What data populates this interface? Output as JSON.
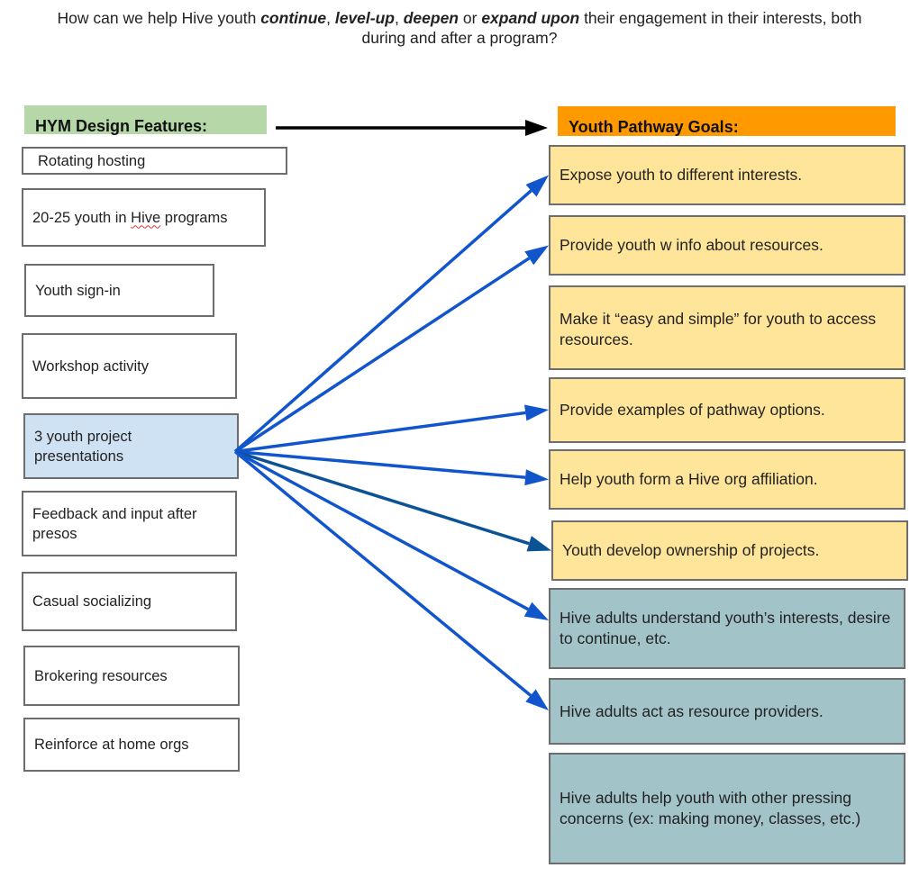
{
  "question": {
    "parts": [
      {
        "text": "How can we help Hive youth ",
        "bold": false
      },
      {
        "text": "continue",
        "bold": true
      },
      {
        "text": ", ",
        "bold": false
      },
      {
        "text": "level-up",
        "bold": true
      },
      {
        "text": ", ",
        "bold": false
      },
      {
        "text": "deepen",
        "bold": true
      },
      {
        "text": " or ",
        "bold": false
      },
      {
        "text": "expand upon",
        "bold": true
      },
      {
        "text": " their engagement in their interests, both during and after a program?",
        "bold": false
      }
    ]
  },
  "left_header": "HYM Design Features:",
  "right_header": "Youth Pathway Goals:",
  "colors": {
    "left_header_bg": "#b6d7a8",
    "right_header_bg": "#ff9900",
    "highlight_feature_bg": "#cfe2f3",
    "youth_goal_bg": "#ffe599",
    "adult_goal_bg": "#a2c4c9",
    "arrow_blue": "#1155cc",
    "arrow_dark_blue": "#0b5394"
  },
  "features": [
    {
      "id": "rotating-hosting",
      "label": "Rotating hosting"
    },
    {
      "id": "youth-count",
      "label": "20-25 youth in Hive programs"
    },
    {
      "id": "youth-sign-in",
      "label": "Youth sign-in"
    },
    {
      "id": "workshop-activity",
      "label": "Workshop activity"
    },
    {
      "id": "project-presentations",
      "label": "3 youth project presentations",
      "highlighted": true
    },
    {
      "id": "feedback-input",
      "label": "Feedback and input after presos"
    },
    {
      "id": "casual-socializing",
      "label": "Casual socializing"
    },
    {
      "id": "brokering-resources",
      "label": "Brokering resources"
    },
    {
      "id": "reinforce-home-orgs",
      "label": "Reinforce at home orgs"
    }
  ],
  "goals": [
    {
      "id": "expose-interests",
      "label": "Expose youth to different interests.",
      "group": "youth"
    },
    {
      "id": "info-resources",
      "label": "Provide youth w info about resources.",
      "group": "youth"
    },
    {
      "id": "easy-access",
      "label": "Make it “easy and simple” for youth to access resources.",
      "group": "youth"
    },
    {
      "id": "pathway-examples",
      "label": "Provide examples of pathway options.",
      "group": "youth"
    },
    {
      "id": "org-affiliation",
      "label": "Help youth form a Hive org affiliation.",
      "group": "youth"
    },
    {
      "id": "project-ownership",
      "label": "Youth develop ownership of projects.",
      "group": "youth"
    },
    {
      "id": "adults-understand",
      "label": "Hive adults understand youth’s interests, desire to continue, etc.",
      "group": "adult"
    },
    {
      "id": "adults-resource-providers",
      "label": "Hive adults act as resource providers.",
      "group": "adult"
    },
    {
      "id": "adults-pressing-concerns",
      "label": "Hive adults help youth with other pressing concerns (ex: making money, classes, etc.)",
      "group": "adult"
    }
  ],
  "connections": [
    {
      "from": "project-presentations",
      "to": "expose-interests",
      "color": "blue"
    },
    {
      "from": "project-presentations",
      "to": "info-resources",
      "color": "blue"
    },
    {
      "from": "project-presentations",
      "to": "pathway-examples",
      "color": "blue"
    },
    {
      "from": "project-presentations",
      "to": "org-affiliation",
      "color": "blue"
    },
    {
      "from": "project-presentations",
      "to": "project-ownership",
      "color": "dark_blue"
    },
    {
      "from": "project-presentations",
      "to": "adults-understand",
      "color": "blue"
    },
    {
      "from": "project-presentations",
      "to": "adults-resource-providers",
      "color": "blue"
    }
  ],
  "header_arrow": {
    "from": "HYM Design Features",
    "to": "Youth Pathway Goals"
  }
}
